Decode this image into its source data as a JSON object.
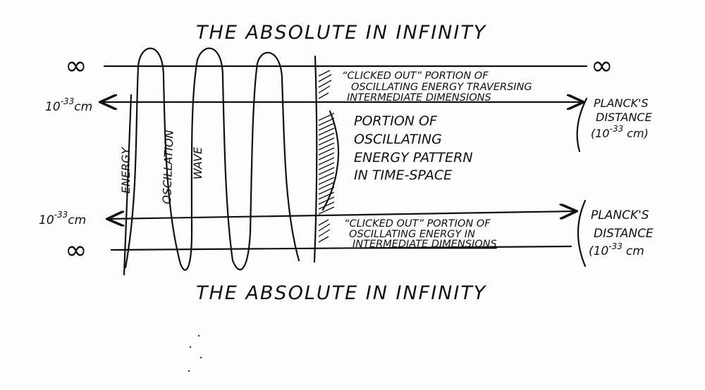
{
  "title_top": "THE ABSOLUTE IN INFINITY",
  "title_bottom": "THE ABSOLUTE IN INFINITY",
  "left_labels": {
    "infinity_top": "∞",
    "planck_top": "10",
    "planck_top_exp": "-33",
    "planck_top_unit": "cm",
    "planck_bottom": "10",
    "planck_bottom_exp": "-33",
    "planck_bottom_unit": "cm",
    "infinity_bottom": "∞"
  },
  "wave_labels": [
    "ENERGY",
    "OSCILLATION",
    "WAVE"
  ],
  "right_infinity": "∞",
  "clicked_top": [
    "“CLICKED OUT” PORTION OF",
    "OSCILLATING ENERGY TRAVERSING",
    "INTERMEDIATE DIMENSIONS"
  ],
  "middle": [
    "PORTION OF",
    "OSCILLATING",
    "ENERGY PATTERN",
    "IN TIME-SPACE"
  ],
  "clicked_bottom": [
    "“CLICKED OUT” PORTION OF",
    "OSCILLATING ENERGY IN",
    "INTERMEDIATE DIMENSIONS"
  ],
  "planck_top": [
    "PLANCK'S",
    "DISTANCE",
    "(10",
    "-33",
    "cm)"
  ],
  "planck_bottom": [
    "PLANCK'S",
    "DISTANCE",
    "(10",
    "-33",
    "cm"
  ]
}
